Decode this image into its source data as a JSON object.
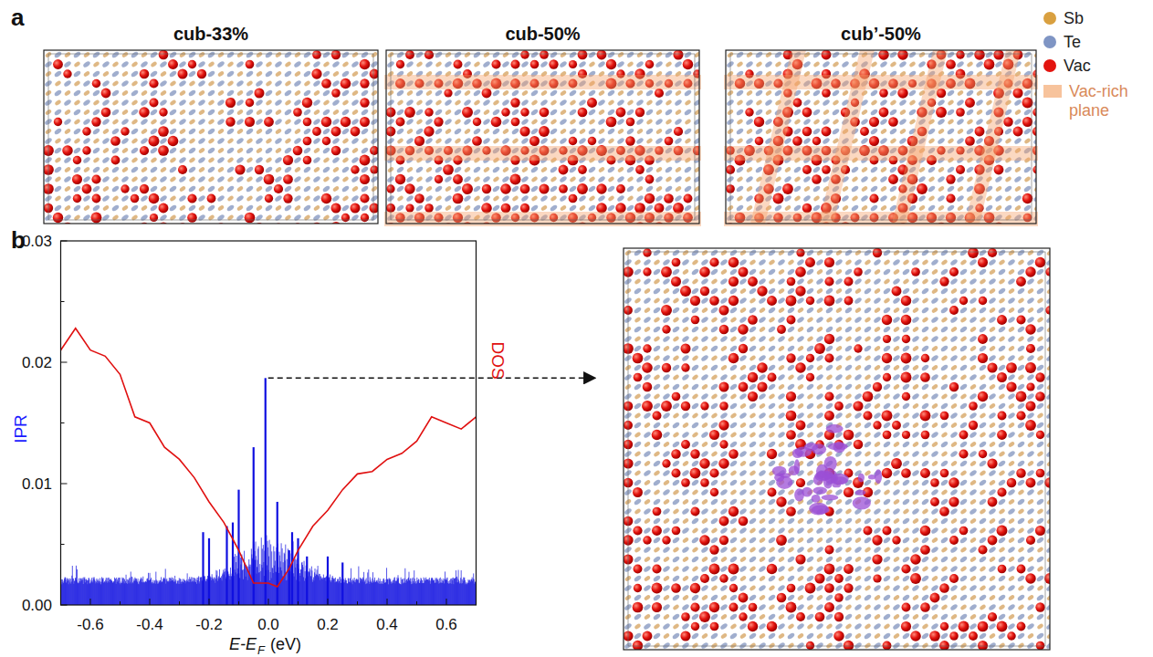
{
  "diagram": {
    "nodes": [
      {
        "text": [
          "cub-33%"
        ]
      },
      {
        "text": [
          "cub-50%"
        ]
      },
      {
        "text": [
          "cub’-50%"
        ]
      }
    ],
    "labels": [
      "a",
      "b",
      "0.03",
      "0.02",
      "0.01",
      "0.00",
      "-0.6",
      "-0.4",
      "-0.2",
      "0.0",
      "0.2",
      "0.4",
      "0.6",
      "IPR",
      "DOS",
      "E-E",
      "F",
      "(eV)"
    ],
    "legend": [
      {
        "text": "Sb",
        "color": "#d9a040"
      },
      {
        "text": "Te",
        "color": "#7f95c4"
      },
      {
        "text": "Vac",
        "color": "#e3140f"
      },
      {
        "text": "Vac-rich plane",
        "color": "#f7c39c"
      }
    ]
  }
}
